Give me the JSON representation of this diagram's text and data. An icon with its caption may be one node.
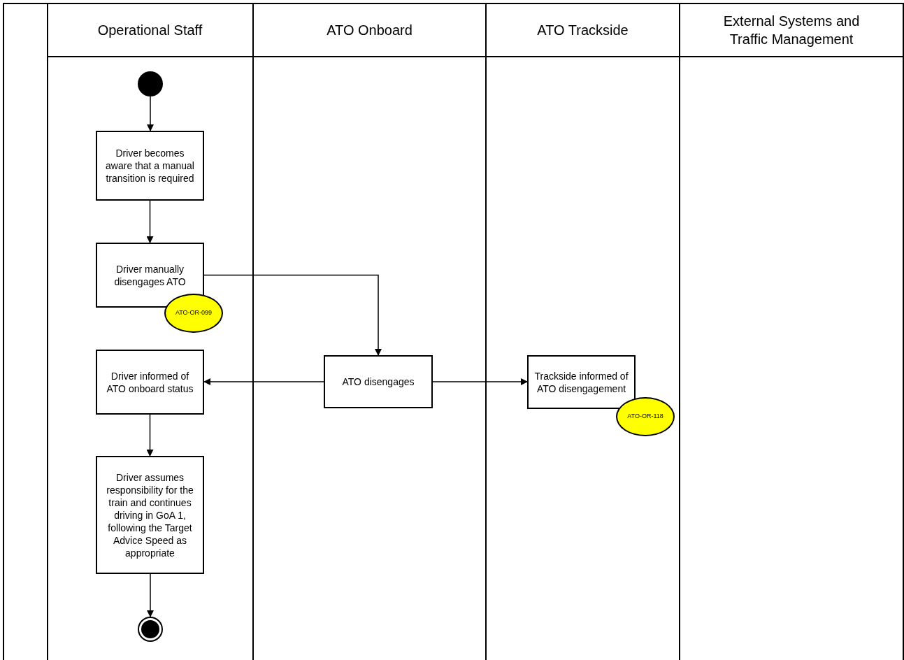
{
  "diagram": {
    "nodes": [
      {
        "text": [
          "Operational Staff"
        ]
      },
      {
        "text": [
          "ATO Onboard"
        ]
      },
      {
        "text": [
          "ATO Trackside"
        ]
      },
      {
        "text": [
          "External Systems and Traffic Management"
        ]
      },
      {
        "text": [],
        "shape": "circle",
        "in": 0
      },
      {
        "text": [
          "Driver becomes aware that a manual transition is required"
        ],
        "in": 0
      },
      {
        "text": [
          "Driver manually disengages ATO"
        ],
        "in": 0
      },
      {
        "text": [
          "ATO-OR-099"
        ],
        "in": 0
      },
      {
        "text": [
          "Driver informed of ATO onboard status"
        ],
        "in": 0
      },
      {
        "text": [
          "ATO disengages"
        ],
        "in": 1
      },
      {
        "text": [
          "Trackside informed of ATO disengagement"
        ],
        "in": 2
      },
      {
        "text": [
          "ATO-OR-118"
        ],
        "in": 2
      },
      {
        "text": [
          "Driver assumes responsibility for the train and continues driving in GoA 1, following the Target Advice Speed as appropriate"
        ],
        "in": 0
      },
      {
        "text": [],
        "shape": "circle",
        "in": 0
      }
    ],
    "edges": [
      {
        "from": 4,
        "to": 5,
        "arrow": "to"
      },
      {
        "from": 5,
        "to": 6,
        "arrow": "to"
      },
      {
        "from": 6,
        "to": 9,
        "arrow": "to"
      },
      {
        "from": 9,
        "to": 8,
        "arrow": "to"
      },
      {
        "from": 9,
        "to": 10,
        "arrow": "to"
      },
      {
        "from": 8,
        "to": 12,
        "arrow": "to"
      },
      {
        "from": 12,
        "to": 13,
        "arrow": "to"
      }
    ]
  }
}
